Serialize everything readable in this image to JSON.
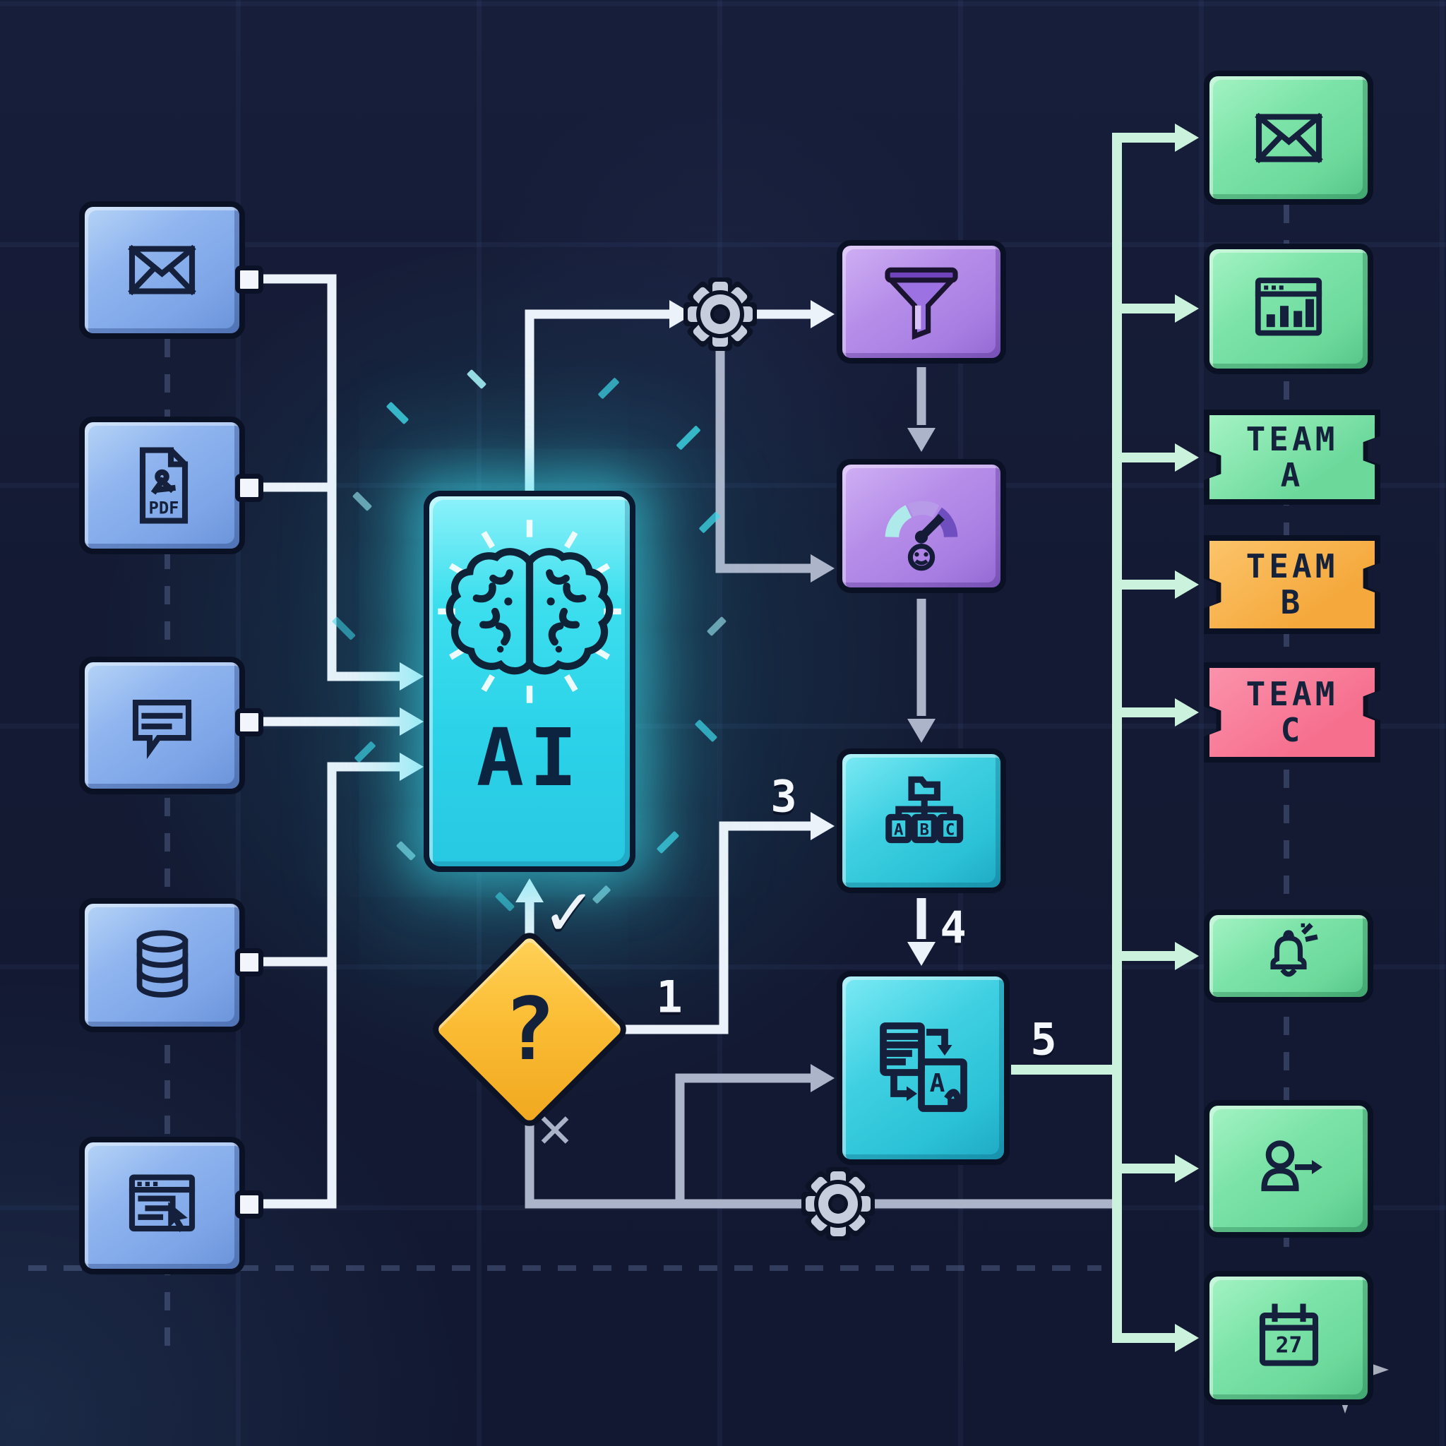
{
  "diagram_title": "AI document-routing pixel flowchart",
  "labels": {
    "ai": "AI",
    "decision": "?",
    "approve": "✓",
    "reject": "✕",
    "step1": "1",
    "step3": "3",
    "step4": "4",
    "step5": "5",
    "pdf": "PDF",
    "calendar_day": "27",
    "cat_a": "A",
    "cat_b": "B",
    "cat_c": "C",
    "translate_letter": "A"
  },
  "teams": [
    {
      "name": "TEAM",
      "letter": "A",
      "color": "#6cd99b"
    },
    {
      "name": "TEAM",
      "letter": "B",
      "color": "#f5a93d"
    },
    {
      "name": "TEAM",
      "letter": "C",
      "color": "#f6708e"
    }
  ],
  "nodes": {
    "inputs": [
      "email",
      "pdf-document",
      "chat-message",
      "database",
      "web-page"
    ],
    "process": [
      "ai-engine",
      "decision",
      "filter",
      "sentiment-gauge",
      "categorize",
      "translate",
      "gear-top",
      "gear-bottom"
    ],
    "outputs": [
      "email-reply",
      "analytics-dashboard",
      "team-a-ticket",
      "team-b-ticket",
      "team-c-ticket",
      "notification-bell",
      "user-assignment",
      "calendar-schedule"
    ]
  },
  "colors": {
    "background": "#141a33",
    "input_blue": "#7ea6e8",
    "ai_cyan": "#3ddfee",
    "decision_yellow": "#fbbd35",
    "process_purple": "#a87de2",
    "process_teal": "#2bc1d6",
    "output_green": "#6cd99b",
    "team_b_orange": "#f5a93d",
    "team_c_pink": "#f6708e",
    "wire_white": "#ecf2f9",
    "wire_gray": "#abb4c9",
    "wire_mint": "#cbf2dc",
    "outline_dark": "#0a1124"
  }
}
